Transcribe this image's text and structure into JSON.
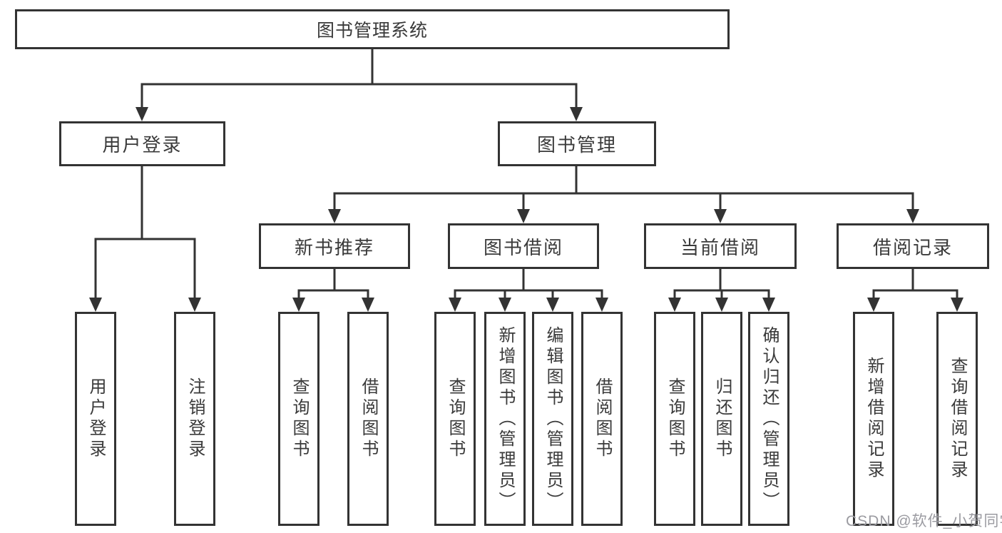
{
  "diagram_title": "图书管理系统",
  "tree": {
    "label": "图书管理系统",
    "children": [
      {
        "label": "用户登录",
        "children": [
          {
            "label": "用户登录"
          },
          {
            "label": "注销登录"
          }
        ]
      },
      {
        "label": "图书管理",
        "children": [
          {
            "label": "新书推荐",
            "children": [
              {
                "label": "查询图书"
              },
              {
                "label": "借阅图书"
              }
            ]
          },
          {
            "label": "图书借阅",
            "children": [
              {
                "label": "查询图书"
              },
              {
                "label": "新增图书（管理员）"
              },
              {
                "label": "编辑图书（管理员）"
              },
              {
                "label": "借阅图书"
              }
            ]
          },
          {
            "label": "当前借阅",
            "children": [
              {
                "label": "查询图书"
              },
              {
                "label": "归还图书"
              },
              {
                "label": "确认归还（管理员）"
              }
            ]
          },
          {
            "label": "借阅记录",
            "children": [
              {
                "label": "新增借阅记录"
              },
              {
                "label": "查询借阅记录"
              }
            ]
          }
        ]
      }
    ]
  },
  "watermark": {
    "text": "CSDN @软件_小贺同学"
  },
  "colors": {
    "line": "#333333",
    "text": "#3a3a3a",
    "background": "#ffffff",
    "watermark": "#9b9ba1"
  }
}
